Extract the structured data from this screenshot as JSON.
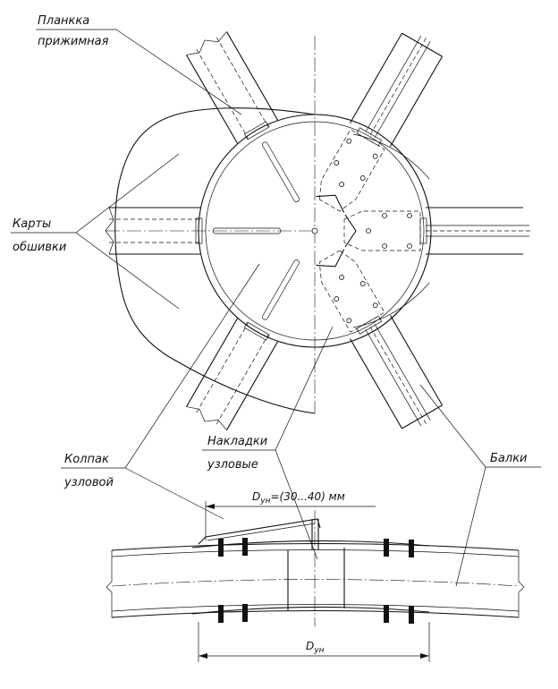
{
  "labels": {
    "plank_line1": "Планкка",
    "plank_line2": "прижимная",
    "cards_line1": "Карты",
    "cards_line2": "обшивки",
    "overlays_line1": "Накладки",
    "overlays_line2": "узловые",
    "cap_line1": "Колпак",
    "cap_line2": "узловой",
    "beams": "Балки"
  },
  "dimensions": {
    "top_main": "D",
    "top_sub": "ун",
    "top_rest": "=(30...40) мм",
    "bottom_main": "D",
    "bottom_sub": "ун"
  }
}
